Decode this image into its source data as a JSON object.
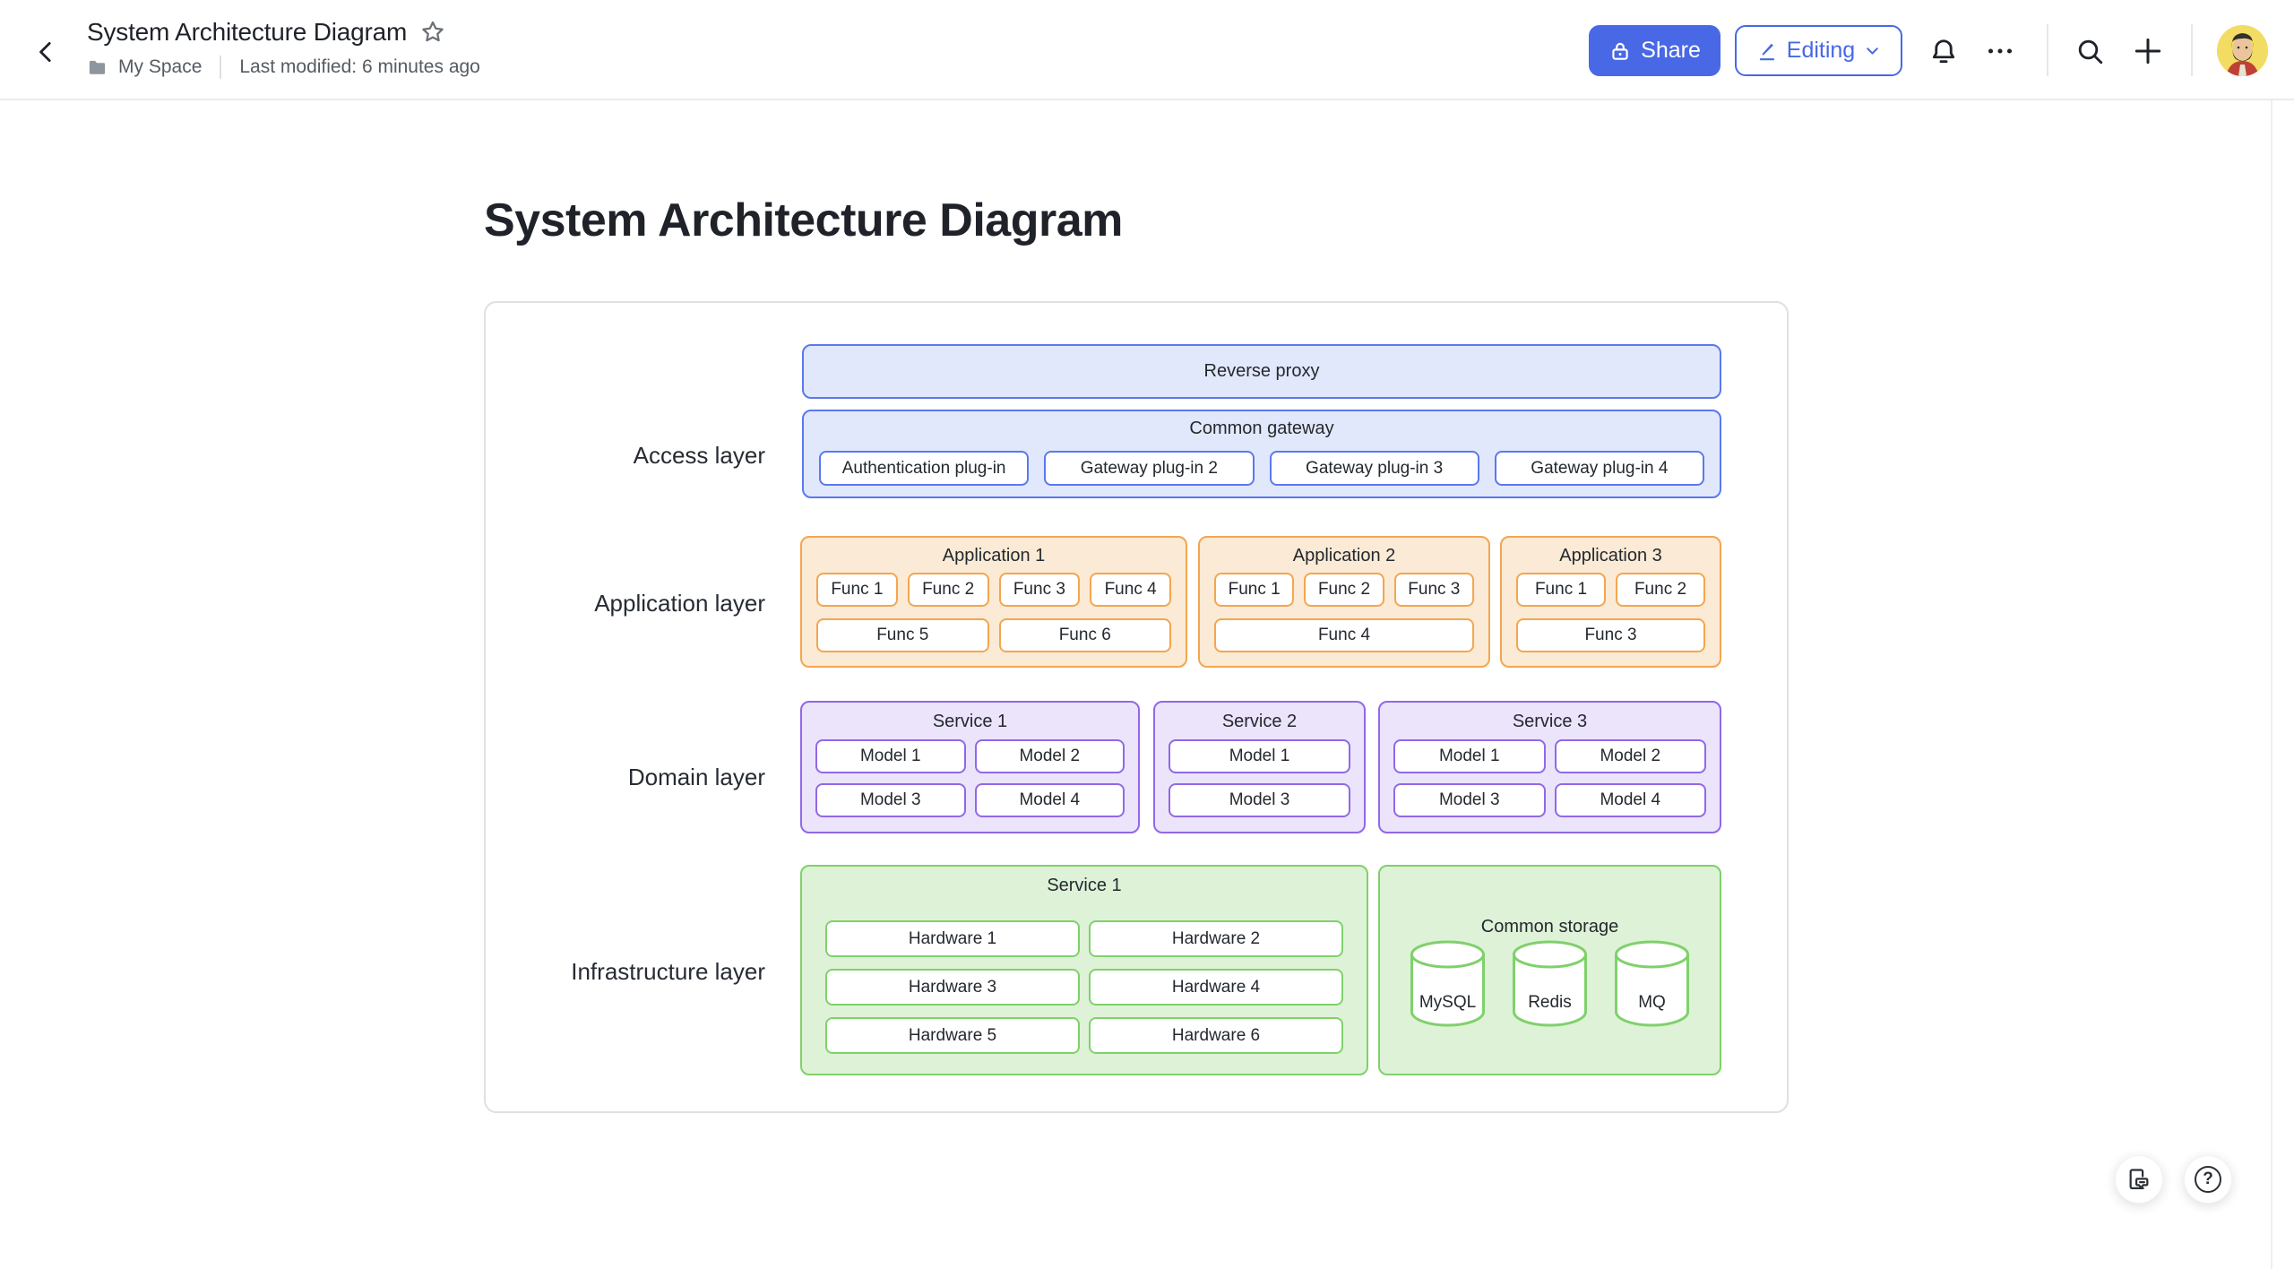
{
  "topbar": {
    "title": "System Architecture Diagram",
    "space": "My Space",
    "modified": "Last modified: 6 minutes ago",
    "share_label": "Share",
    "editing_label": "Editing"
  },
  "page": {
    "heading": "System Architecture Diagram"
  },
  "diagram": {
    "layer_labels": [
      "Access layer",
      "Application layer",
      "Domain layer",
      "Infrastructure layer"
    ],
    "access": {
      "reverse_proxy": "Reverse proxy",
      "gateway": {
        "title": "Common gateway",
        "plugins": [
          "Authentication plug-in",
          "Gateway plug-in 2",
          "Gateway plug-in 3",
          "Gateway plug-in 4"
        ]
      }
    },
    "applications": [
      {
        "title": "Application 1",
        "row1": [
          "Func 1",
          "Func 2",
          "Func 3",
          "Func 4"
        ],
        "row2": [
          "Func 5",
          "Func 6"
        ]
      },
      {
        "title": "Application 2",
        "row1": [
          "Func 1",
          "Func 2",
          "Func 3"
        ],
        "row2": [
          "Func 4"
        ]
      },
      {
        "title": "Application 3",
        "row1": [
          "Func 1",
          "Func 2"
        ],
        "row2": [
          "Func 3"
        ]
      }
    ],
    "domain_services": [
      {
        "title": "Service 1",
        "row1": [
          "Model 1",
          "Model 2"
        ],
        "row2": [
          "Model 3",
          "Model 4"
        ]
      },
      {
        "title": "Service 2",
        "row1": [
          "Model 1"
        ],
        "row2": [
          "Model 3"
        ]
      },
      {
        "title": "Service 3",
        "row1": [
          "Model 1",
          "Model 2"
        ],
        "row2": [
          "Model 3",
          "Model 4"
        ]
      }
    ],
    "infrastructure": {
      "service": {
        "title": "Service 1",
        "rows": [
          [
            "Hardware 1",
            "Hardware 2"
          ],
          [
            "Hardware 3",
            "Hardware 4"
          ],
          [
            "Hardware 5",
            "Hardware 6"
          ]
        ]
      },
      "storage": {
        "title": "Common storage",
        "databases": [
          "MySQL",
          "Redis",
          "MQ"
        ]
      }
    }
  },
  "floating": {
    "help_glyph": "?"
  },
  "colors": {
    "accent_blue": "#4868e5",
    "diagram_blue_border": "#5b78ee",
    "diagram_blue_fill": "#e2e8fb",
    "diagram_orange_border": "#f3a64f",
    "diagram_orange_fill": "#fbead5",
    "diagram_purple_border": "#9168e8",
    "diagram_purple_fill": "#ebe4fb",
    "diagram_green_border": "#7fd16b",
    "diagram_green_fill": "#def2d7",
    "text": "#1f2329",
    "muted_text": "#545b62",
    "avatar_bg": "#f2dc63"
  },
  "icons": [
    "back-chevron-icon",
    "star-icon",
    "folder-icon",
    "lock-icon",
    "pencil-icon",
    "chevron-down-icon",
    "bell-icon",
    "more-ellipsis-icon",
    "search-icon",
    "plus-icon",
    "avatar",
    "doc-comment-icon",
    "help-icon"
  ]
}
